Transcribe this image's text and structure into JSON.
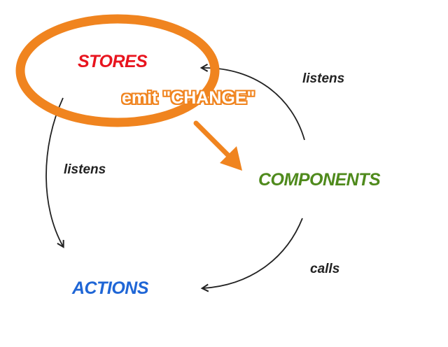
{
  "nodes": {
    "stores": {
      "label": "STORES",
      "color": "#e8141e"
    },
    "components": {
      "label": "COMPONENTS",
      "color": "#4f8a1c"
    },
    "actions": {
      "label": "ACTIONS",
      "color": "#1f66d6"
    }
  },
  "edges": {
    "components_to_stores": "listens",
    "stores_to_actions": "listens",
    "components_to_actions": "calls"
  },
  "highlight": {
    "text": "emit \"CHANGE\"",
    "color": "#f0841f"
  },
  "colors": {
    "edge": "#222222",
    "highlight_ring": "#f0841f"
  }
}
